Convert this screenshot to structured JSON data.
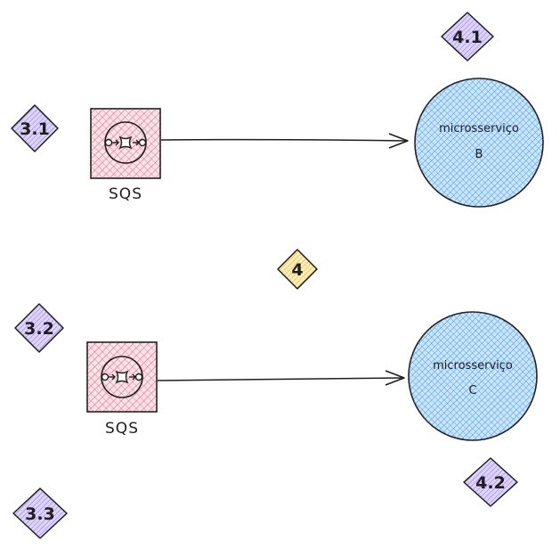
{
  "colors": {
    "stroke": "#1e1e1e",
    "queue_fill": "#f4a6b6",
    "service_fill": "#a5d8ff",
    "service_hatch": "#4a90d9",
    "step_purple": "#c7b8f5",
    "step_yellow": "#ffe08a"
  },
  "queues": [
    {
      "label": "SQS",
      "icon": "sqs-queue-icon"
    },
    {
      "label": "SQS",
      "icon": "sqs-queue-icon"
    }
  ],
  "services": [
    {
      "line1": "microsserviço",
      "line2": "B"
    },
    {
      "line1": "microsserviço",
      "line2": "C"
    }
  ],
  "steps": {
    "s31": "3.1",
    "s41": "4.1",
    "s4": "4",
    "s32": "3.2",
    "s42": "4.2",
    "s33": "3.3"
  }
}
